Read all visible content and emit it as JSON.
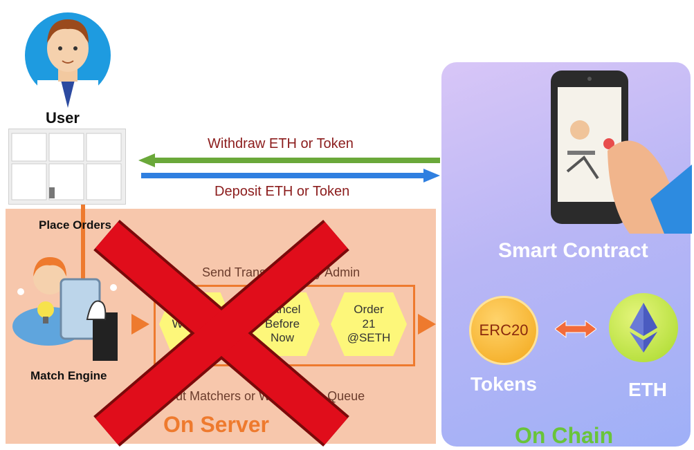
{
  "labels": {
    "user": "User",
    "place_orders": "Place Orders",
    "match_engine": "Match Engine",
    "withdraw": "Withdraw ETH or Token",
    "deposit": "Deposit ETH or Token",
    "send_transactions": "Send Transactions by Admin",
    "put_matchers": "Put Matchers or Withdraw in Queue",
    "on_server": "On Server",
    "smart_contract": "Smart Contract",
    "tokens": "Tokens",
    "eth": "ETH",
    "on_chain": "On Chain",
    "erc20": "ERC20"
  },
  "queue_items": [
    {
      "lines": [
        "Withdraw"
      ]
    },
    {
      "lines": [
        "Cancel",
        "Before",
        "Now"
      ]
    },
    {
      "lines": [
        "Order",
        "21",
        "@SETH"
      ]
    }
  ],
  "colors": {
    "server_bg": "#f7c7ac",
    "accent_orange": "#ee7a2e",
    "withdraw_arrow": "#6aa83a",
    "deposit_arrow": "#2f7fe0",
    "cross": "#e00d1b",
    "on_chain_green": "#69c43a"
  }
}
